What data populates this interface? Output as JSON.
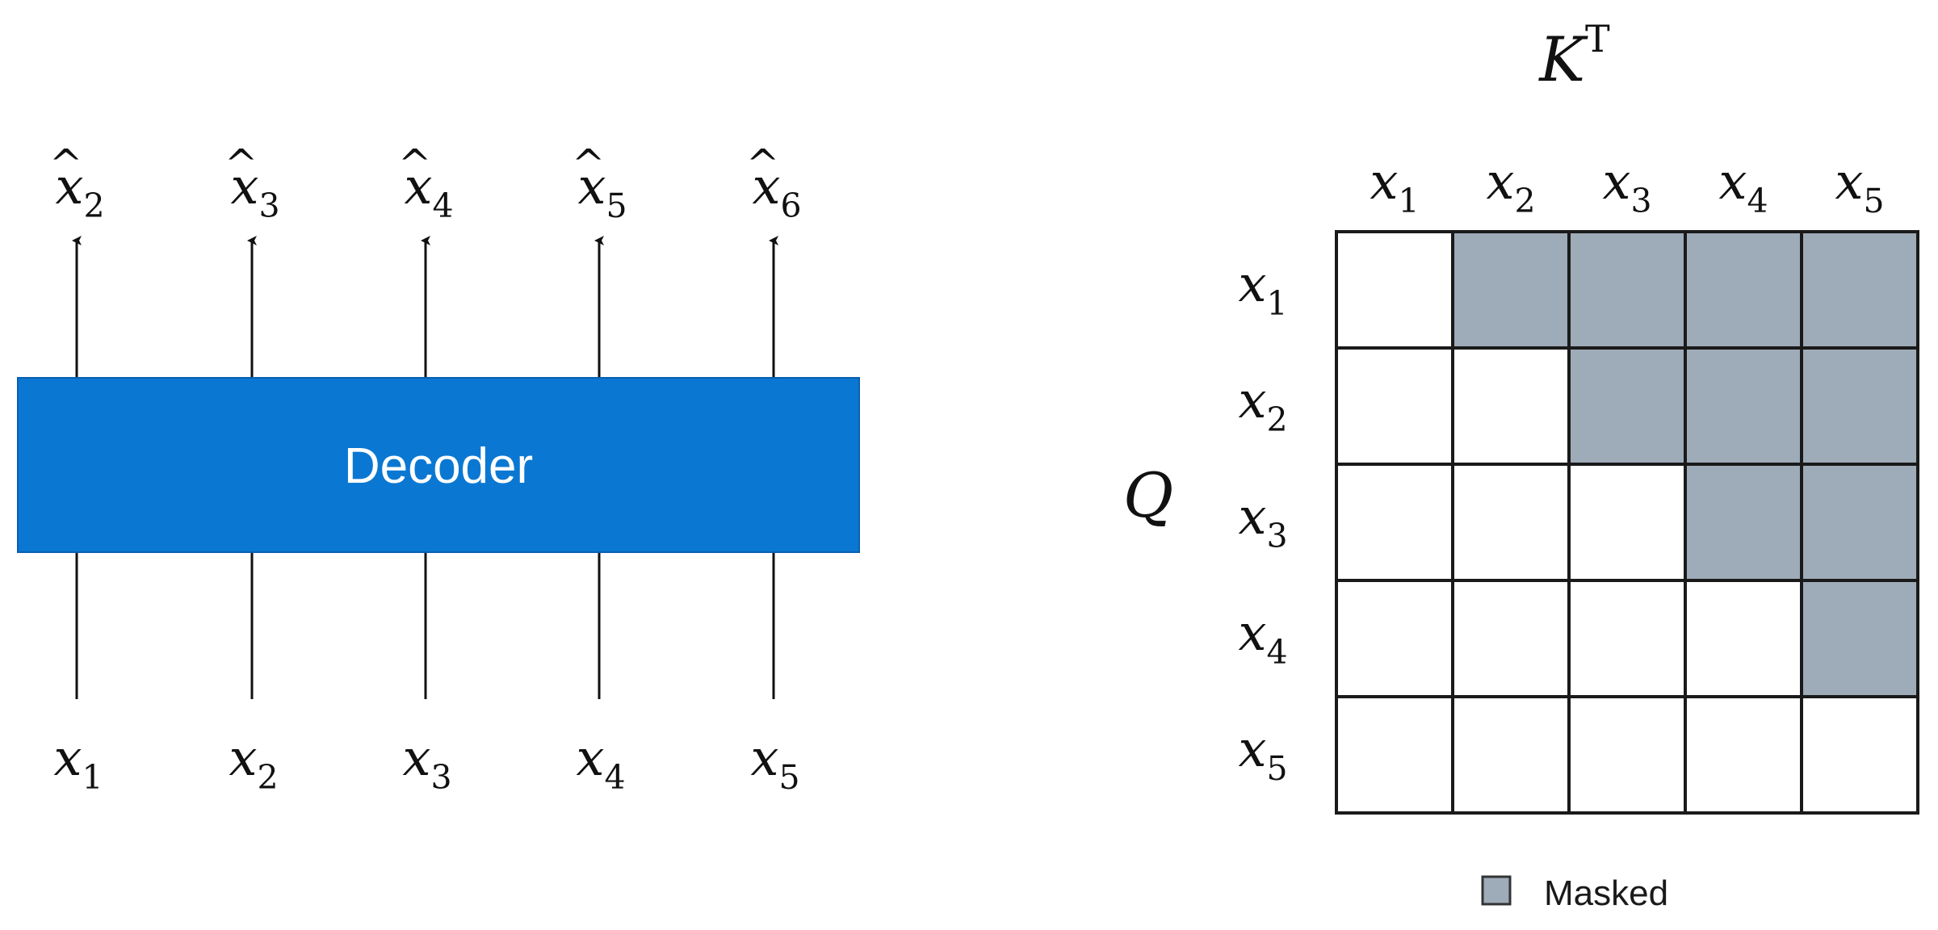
{
  "decoder": {
    "label": "Decoder",
    "color": "#0a78d2",
    "inputs": [
      {
        "base": "x",
        "sub": "1"
      },
      {
        "base": "x",
        "sub": "2"
      },
      {
        "base": "x",
        "sub": "3"
      },
      {
        "base": "x",
        "sub": "4"
      },
      {
        "base": "x",
        "sub": "5"
      }
    ],
    "outputs": [
      {
        "base": "x",
        "sub": "2",
        "hat": "^"
      },
      {
        "base": "x",
        "sub": "3",
        "hat": "^"
      },
      {
        "base": "x",
        "sub": "4",
        "hat": "^"
      },
      {
        "base": "x",
        "sub": "5",
        "hat": "^"
      },
      {
        "base": "x",
        "sub": "6",
        "hat": "^"
      }
    ]
  },
  "mask_matrix": {
    "top_label": {
      "base": "K",
      "sup": "T"
    },
    "side_label": "Q",
    "col_labels": [
      {
        "base": "x",
        "sub": "1"
      },
      {
        "base": "x",
        "sub": "2"
      },
      {
        "base": "x",
        "sub": "3"
      },
      {
        "base": "x",
        "sub": "4"
      },
      {
        "base": "x",
        "sub": "5"
      }
    ],
    "row_labels": [
      {
        "base": "x",
        "sub": "1"
      },
      {
        "base": "x",
        "sub": "2"
      },
      {
        "base": "x",
        "sub": "3"
      },
      {
        "base": "x",
        "sub": "4"
      },
      {
        "base": "x",
        "sub": "5"
      }
    ],
    "masked": [
      [
        0,
        1,
        1,
        1,
        1
      ],
      [
        0,
        0,
        1,
        1,
        1
      ],
      [
        0,
        0,
        0,
        1,
        1
      ],
      [
        0,
        0,
        0,
        0,
        1
      ],
      [
        0,
        0,
        0,
        0,
        0
      ]
    ],
    "masked_color": "#9eabb8",
    "unmasked_color": "#ffffff"
  },
  "legend": {
    "label": "Masked",
    "swatch_color": "#9eabb8"
  }
}
